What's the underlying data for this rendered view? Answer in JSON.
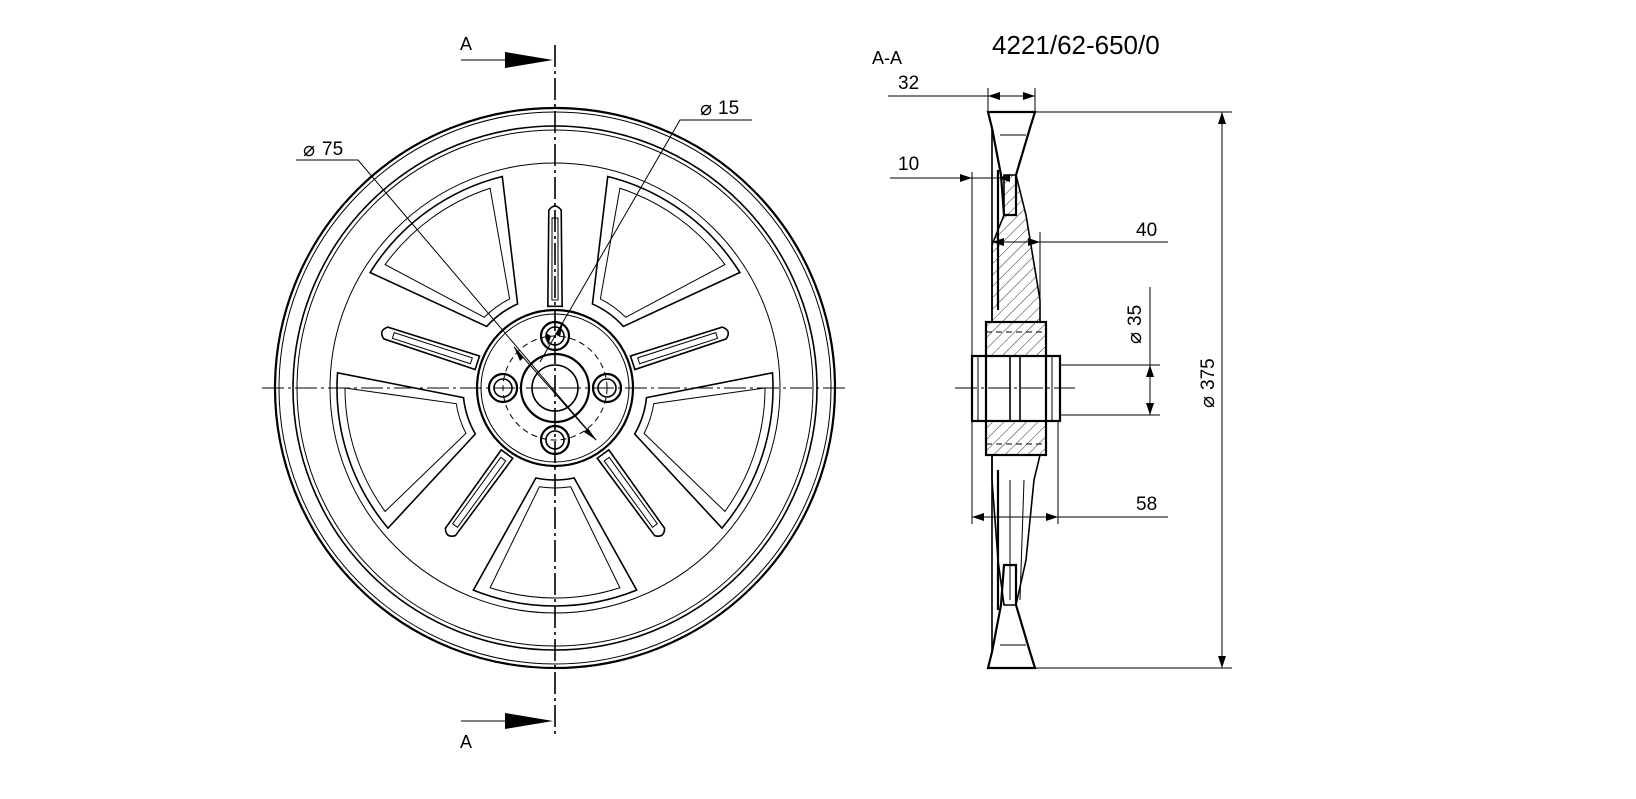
{
  "drawing": {
    "part_number": "4221/62-650/0",
    "section_label": "A-A",
    "cut_marker_top": "A",
    "cut_marker_bottom": "A"
  },
  "front_view": {
    "dimensions": {
      "pitch_circle": "75",
      "bolt_hole": "15"
    },
    "spoke_count": 5,
    "bolt_hole_count": 4
  },
  "section_view": {
    "dimensions": {
      "hub_ring_width": "32",
      "web_offset": "10",
      "web_thickness": "40",
      "bore": "35",
      "outer_diameter": "375",
      "hub_length": "58"
    }
  },
  "symbols": {
    "diameter": "⌀"
  }
}
